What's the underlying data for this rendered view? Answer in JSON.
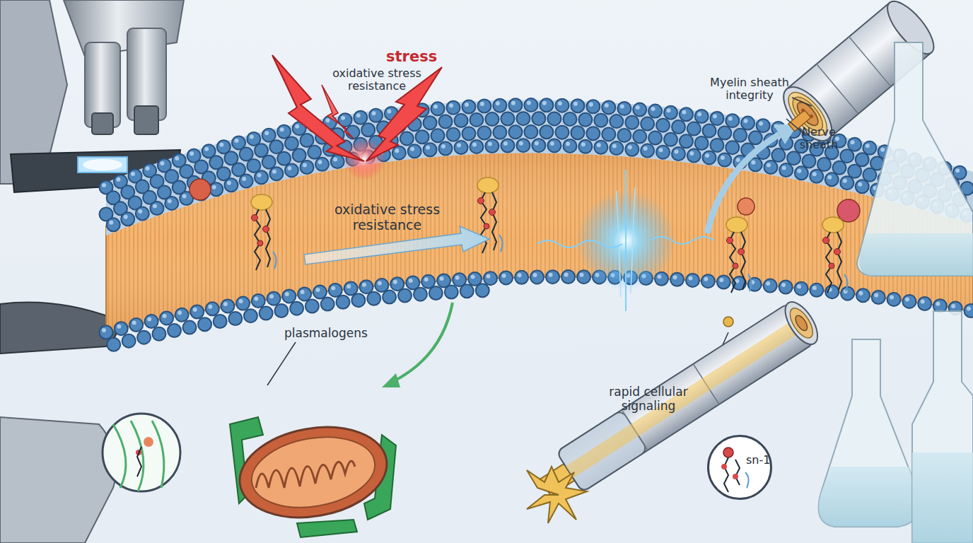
{
  "diagram": {
    "nodes": [
      {
        "text": [
          "sn-1"
        ]
      }
    ],
    "labels": [
      "stress",
      "oxidative stress resistance",
      "oxidative stress resistance",
      "Myelin sheath integrity",
      "Nerve sheath",
      "plasmalogens",
      "rapid cellular signaling"
    ]
  }
}
